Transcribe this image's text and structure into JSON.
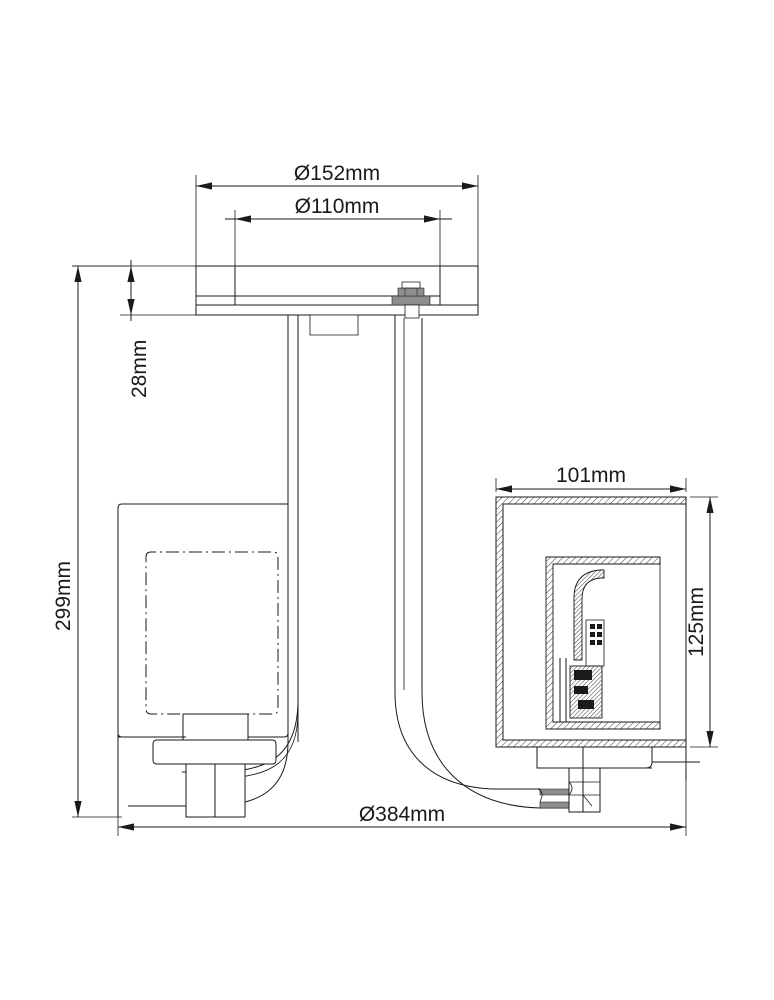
{
  "drawing": {
    "title": "Semi-Flush Ceiling Light Dimensional Drawing",
    "view_type": "front elevation with half section",
    "units": "mm",
    "background_color": "#ffffff",
    "line_color": "#1a1a1a",
    "hatch_color": "#2a2a2a",
    "accent_fill_color": "#8e8e8e"
  },
  "dimensions": {
    "canopy_outer": {
      "label": "Ø152mm",
      "value": 152,
      "symbol": "Ø",
      "orientation": "horizontal",
      "describes": "ceiling canopy outer diameter"
    },
    "canopy_inner": {
      "label": "Ø110mm",
      "value": 110,
      "symbol": "Ø",
      "orientation": "horizontal",
      "describes": "ceiling canopy inner diameter"
    },
    "canopy_height": {
      "label": "28mm",
      "value": 28,
      "symbol": "",
      "orientation": "vertical",
      "describes": "ceiling canopy height"
    },
    "overall_height": {
      "label": "299mm",
      "value": 299,
      "symbol": "",
      "orientation": "vertical",
      "describes": "overall fixture height"
    },
    "shade_width": {
      "label": "101mm",
      "value": 101,
      "symbol": "",
      "orientation": "horizontal",
      "describes": "shade width"
    },
    "shade_height": {
      "label": "125mm",
      "value": 125,
      "symbol": "",
      "orientation": "vertical",
      "describes": "shade height"
    },
    "overall_width": {
      "label": "Ø384mm",
      "value": 384,
      "symbol": "Ø",
      "orientation": "horizontal",
      "describes": "overall fixture spread diameter"
    }
  },
  "components": {
    "canopy": "ceiling-canopy",
    "center_stem": "center-stem",
    "left_arm": "left-curved-arm",
    "right_arm": "right-curved-arm",
    "left_shade": "left-shade-outline",
    "right_shade": "right-shade-section",
    "lamp": "lamp-bulb-section",
    "socket": "lamp-socket",
    "mounting_bolt": "canopy-mounting-bolt"
  }
}
